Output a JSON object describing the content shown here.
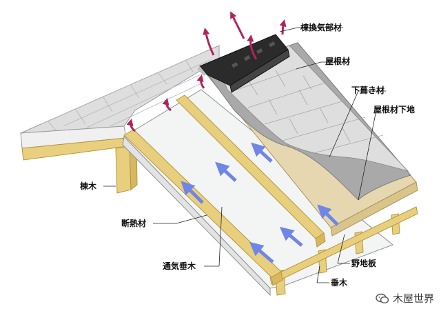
{
  "labels": {
    "ridge_vent": "棟換気部材",
    "roofing": "屋根材",
    "underlayment": "下葺き材",
    "roof_substrate": "屋根材下地",
    "purlin": "棟木",
    "insulation": "断熱材",
    "vent_rafter": "通気垂木",
    "sheathing": "野地板",
    "rafter": "垂木"
  },
  "watermark": "木屋世界",
  "colors": {
    "wood": "#e8cf7e",
    "wood_edge": "#b8963a",
    "insulation": "#f3f4f4",
    "shingle": "#dcdcdc",
    "underlayment": "#a9a9a9",
    "plywood": "#e6d7b0",
    "vent": "#2b2b2b",
    "air_in": "#6f86e6",
    "air_out": "#b0245e"
  },
  "icons": [
    "airflow-arrow-icon",
    "wechat-icon"
  ]
}
